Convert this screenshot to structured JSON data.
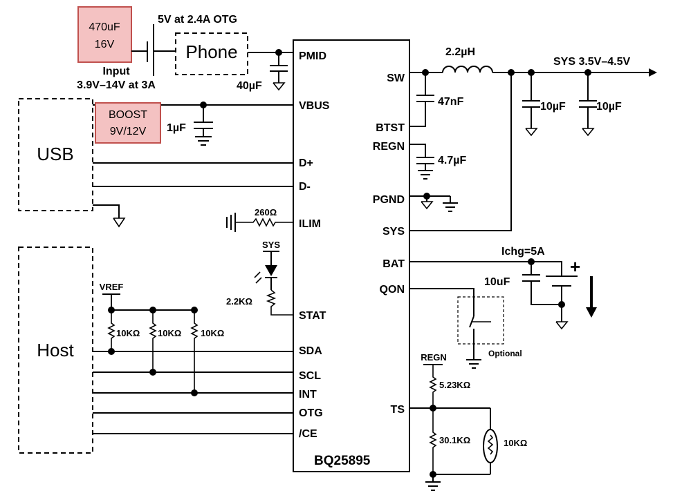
{
  "chip": {
    "name": "BQ25895",
    "left_pins": [
      "PMID",
      "VBUS",
      "D+",
      "D-",
      "ILIM",
      "STAT",
      "SDA",
      "SCL",
      "INT",
      "OTG",
      "/CE"
    ],
    "right_pins": [
      "SW",
      "BTST",
      "REGN",
      "PGND",
      "SYS",
      "BAT",
      "QON",
      "TS"
    ]
  },
  "blocks": {
    "phone": "Phone",
    "usb": "USB",
    "host": "Host"
  },
  "notes": {
    "cap_470": [
      "470uF",
      "16V"
    ],
    "boost": [
      "BOOST",
      "9V/12V"
    ]
  },
  "labels": {
    "otg_out": "5V at 2.4A OTG",
    "input_title": "Input",
    "input_range": "3.9V–14V at 3A",
    "pmid_cap": "40µF",
    "vbus_cap": "1µF",
    "ilim_res": "260Ω",
    "stat_net": "SYS",
    "stat_res": "2.2KΩ",
    "vref": "VREF",
    "pullup1": "10KΩ",
    "pullup2": "10KΩ",
    "pullup3": "10KΩ",
    "inductor": "2.2µH",
    "sys_out": "SYS 3.5V–4.5V",
    "btst_cap": "47nF",
    "regn_cap": "4.7µF",
    "sys_cap1": "10µF",
    "sys_cap2": "10µF",
    "ichg": "Ichg=5A",
    "bat_cap": "10uF",
    "bat_plus": "+",
    "optional": "Optional",
    "ts_regn": "REGN",
    "ts_res1": "5.23KΩ",
    "ts_res2": "30.1KΩ",
    "thermistor": "10KΩ"
  }
}
